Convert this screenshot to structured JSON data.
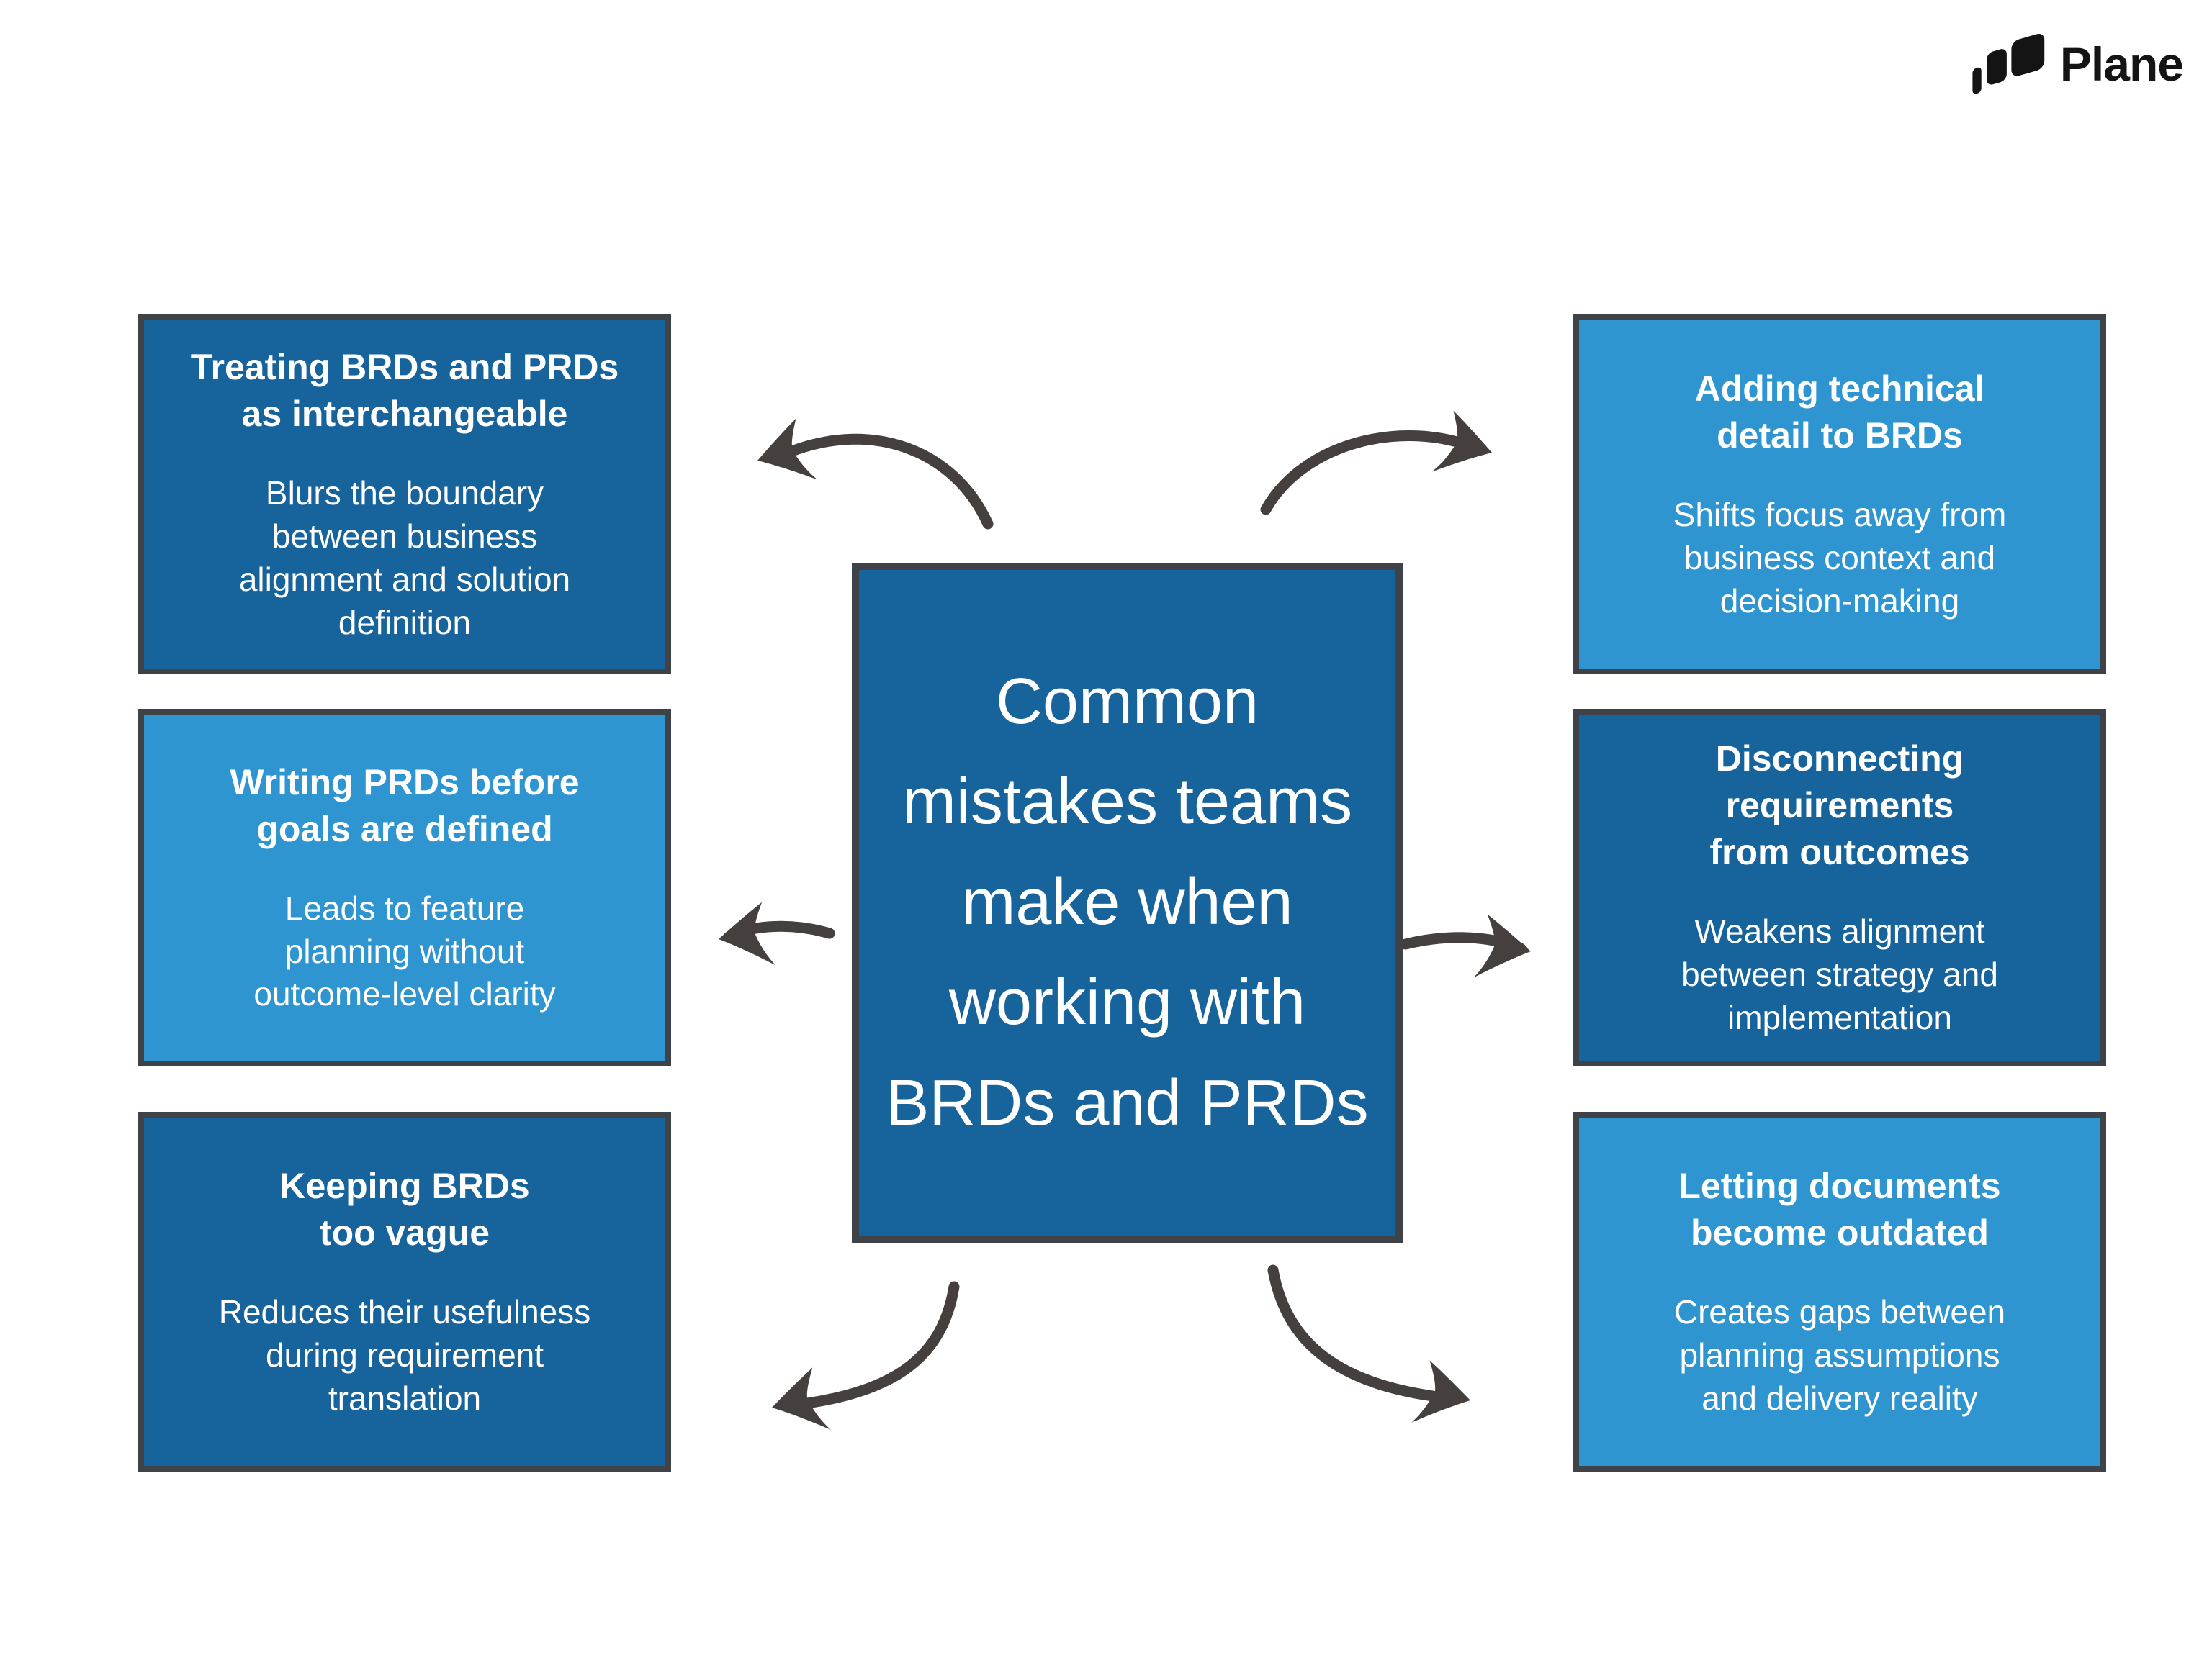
{
  "logo": {
    "brand": "Plane",
    "mark_icon": "plane-logo-mark"
  },
  "central": {
    "title": "Common\nmistakes teams\nmake when\nworking with\nBRDs and PRDs"
  },
  "boxes": [
    {
      "id": "treating-brds-and-prds-as-interchangeable",
      "variant": "dark",
      "title": "Treating BRDs and PRDs\nas interchangeable",
      "body": "Blurs the boundary\nbetween business\nalignment and solution\ndefinition"
    },
    {
      "id": "writing-prds-before-goals-are-defined",
      "variant": "light",
      "title": "Writing PRDs before\ngoals are defined",
      "body": "Leads to feature\nplanning without\noutcome-level clarity"
    },
    {
      "id": "keeping-brds-too-vague",
      "variant": "dark",
      "title": "Keeping BRDs\ntoo vague",
      "body": "Reduces their usefulness\nduring requirement\ntranslation"
    },
    {
      "id": "adding-technical-detail-to-brds",
      "variant": "light",
      "title": "Adding technical\ndetail to BRDs",
      "body": "Shifts focus away from\nbusiness context and\ndecision-making"
    },
    {
      "id": "disconnecting-requirements-from-outcomes",
      "variant": "dark",
      "title": "Disconnecting\nrequirements\nfrom outcomes",
      "body": "Weakens alignment\nbetween strategy and\nimplementation"
    },
    {
      "id": "letting-documents-become-outdated",
      "variant": "light",
      "title": "Letting documents\nbecome outdated",
      "body": "Creates gaps between\nplanning assumptions\nand delivery reality"
    }
  ],
  "colors": {
    "canvas_bg": "#ffffff",
    "box_dark": "#17639b",
    "box_light": "#2e95d0",
    "box_border": "#3f4347",
    "box_text": "#ffffff",
    "arrow": "#453f3d",
    "logo_ink": "#141414"
  }
}
